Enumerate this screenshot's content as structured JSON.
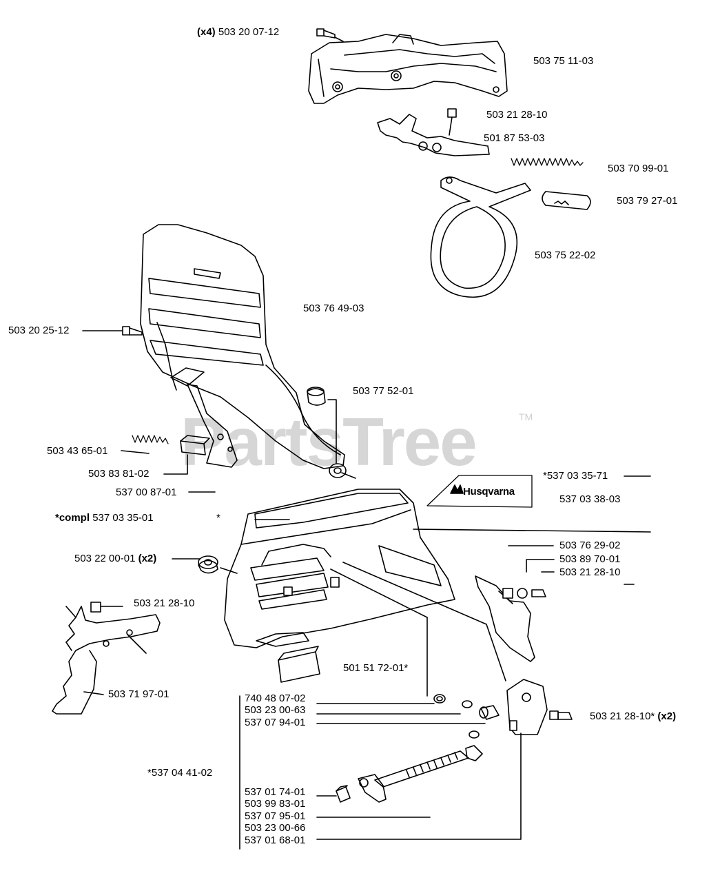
{
  "watermark": {
    "text": "PartsTree",
    "tm": "TM"
  },
  "logo": {
    "text": "Husqvarna",
    "icon": "husqvarna-crown-icon"
  },
  "labels": [
    {
      "id": "l1",
      "qty_prefix": "(x4)",
      "part": "503 20 07-12",
      "qty_suffix": ""
    },
    {
      "id": "l2",
      "qty_prefix": "",
      "part": "503 75 11-03",
      "qty_suffix": ""
    },
    {
      "id": "l3",
      "qty_prefix": "",
      "part": "503 21 28-10",
      "qty_suffix": ""
    },
    {
      "id": "l4",
      "qty_prefix": "",
      "part": "501 87 53-03",
      "qty_suffix": ""
    },
    {
      "id": "l5",
      "qty_prefix": "",
      "part": "503 70 99-01",
      "qty_suffix": ""
    },
    {
      "id": "l6",
      "qty_prefix": "",
      "part": "503 79 27-01",
      "qty_suffix": ""
    },
    {
      "id": "l7",
      "qty_prefix": "",
      "part": "503 75 22-02",
      "qty_suffix": ""
    },
    {
      "id": "l8",
      "qty_prefix": "",
      "part": "503 76 49-03",
      "qty_suffix": ""
    },
    {
      "id": "l9",
      "qty_prefix": "",
      "part": "503 20 25-12",
      "qty_suffix": ""
    },
    {
      "id": "l10",
      "qty_prefix": "",
      "part": "503 77 52-01",
      "qty_suffix": ""
    },
    {
      "id": "l11",
      "qty_prefix": "",
      "part": "503 43 65-01",
      "qty_suffix": ""
    },
    {
      "id": "l12",
      "qty_prefix": "",
      "part": "503 83 81-02",
      "qty_suffix": ""
    },
    {
      "id": "l13",
      "qty_prefix": "",
      "part": "537 00 87-01",
      "qty_suffix": ""
    },
    {
      "id": "l14",
      "qty_prefix": "",
      "part": "*537 03 35-71",
      "qty_suffix": ""
    },
    {
      "id": "l15",
      "qty_prefix": "",
      "part": "537 03 38-03",
      "qty_suffix": ""
    },
    {
      "id": "l16",
      "qty_prefix": "*compl",
      "part": "537 03 35-01",
      "qty_suffix": ""
    },
    {
      "id": "l17",
      "qty_prefix": "",
      "part": "*",
      "qty_suffix": ""
    },
    {
      "id": "l18",
      "qty_prefix": "",
      "part": "503 22 00-01",
      "qty_suffix": "(x2)"
    },
    {
      "id": "l19",
      "qty_prefix": "",
      "part": "503 76 29-02",
      "qty_suffix": ""
    },
    {
      "id": "l20",
      "qty_prefix": "",
      "part": "503 89 70-01",
      "qty_suffix": ""
    },
    {
      "id": "l21",
      "qty_prefix": "",
      "part": "503 21 28-10",
      "qty_suffix": ""
    },
    {
      "id": "l22",
      "qty_prefix": "",
      "part": "503 21 28-10",
      "qty_suffix": ""
    },
    {
      "id": "l23",
      "qty_prefix": "",
      "part": "501 51 72-01*",
      "qty_suffix": ""
    },
    {
      "id": "l24",
      "qty_prefix": "",
      "part": "503 71 97-01",
      "qty_suffix": ""
    },
    {
      "id": "l25",
      "qty_prefix": "",
      "part": "740 48 07-02",
      "qty_suffix": ""
    },
    {
      "id": "l26",
      "qty_prefix": "",
      "part": "503 23 00-63",
      "qty_suffix": ""
    },
    {
      "id": "l27",
      "qty_prefix": "",
      "part": "537 07 94-01",
      "qty_suffix": ""
    },
    {
      "id": "l28",
      "qty_prefix": "",
      "part": "503 21 28-10*",
      "qty_suffix": "(x2)"
    },
    {
      "id": "l29",
      "qty_prefix": "",
      "part": "*537 04 41-02",
      "qty_suffix": ""
    },
    {
      "id": "l30",
      "qty_prefix": "",
      "part": "537 01 74-01",
      "qty_suffix": ""
    },
    {
      "id": "l31",
      "qty_prefix": "",
      "part": "503 99 83-01",
      "qty_suffix": ""
    },
    {
      "id": "l32",
      "qty_prefix": "",
      "part": "537 07 95-01",
      "qty_suffix": ""
    },
    {
      "id": "l33",
      "qty_prefix": "",
      "part": "503 23 00-66",
      "qty_suffix": ""
    },
    {
      "id": "l34",
      "qty_prefix": "",
      "part": "537 01 68-01",
      "qty_suffix": ""
    }
  ]
}
